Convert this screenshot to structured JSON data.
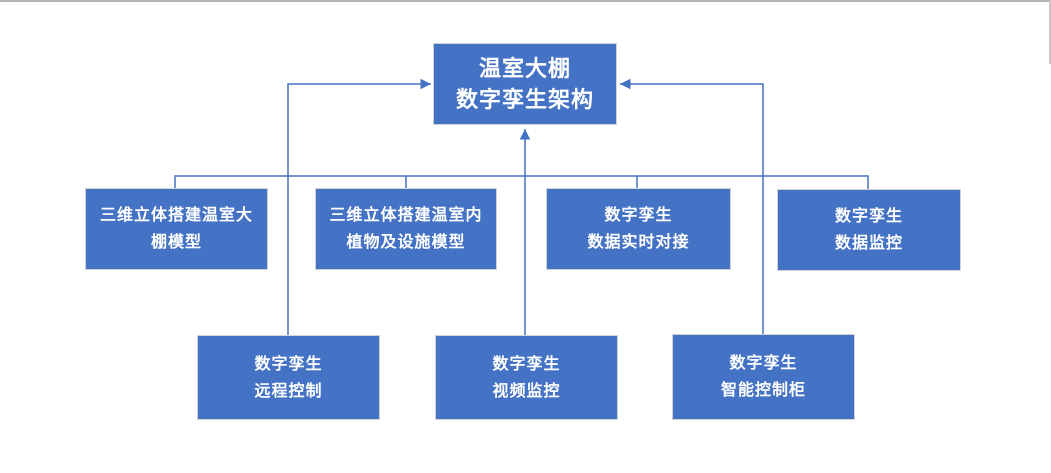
{
  "colors": {
    "node_fill": "#4472C4",
    "node_border": "#d2d2d2",
    "connector": "#4472C4",
    "text": "#ffffff"
  },
  "nodes": {
    "root": {
      "lines": [
        "温室大棚",
        "数字孪生架构"
      ]
    },
    "middle_row": [
      {
        "lines": [
          "三维立体搭建温室大",
          "棚模型"
        ]
      },
      {
        "lines": [
          "三维立体搭建温室内",
          "植物及设施模型"
        ]
      },
      {
        "lines": [
          "数字孪生",
          "数据实时对接"
        ]
      },
      {
        "lines": [
          "数字孪生",
          "数据监控"
        ]
      }
    ],
    "bottom_row": [
      {
        "lines": [
          "数字孪生",
          "远程控制"
        ]
      },
      {
        "lines": [
          "数字孪生",
          "视频监控"
        ]
      },
      {
        "lines": [
          "数字孪生",
          "智能控制柜"
        ]
      }
    ]
  }
}
